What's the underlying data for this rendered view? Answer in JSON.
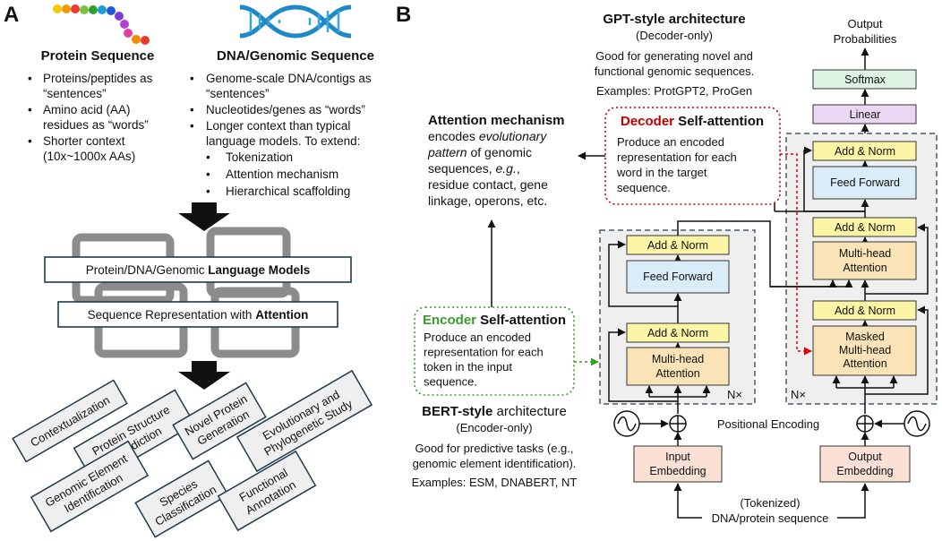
{
  "panel_a": {
    "letter": "A",
    "protein": {
      "title": "Protein Sequence",
      "bullets": [
        [
          "Proteins/peptides as",
          "“sentences”"
        ],
        [
          "Amino acid (AA)",
          "residues as “words”"
        ],
        [
          "Shorter context",
          "(10x~1000x AAs)"
        ]
      ]
    },
    "dna": {
      "title": "DNA/Genomic Sequence",
      "bullets": [
        [
          "Genome-scale DNA/contigs as",
          "“sentences”"
        ],
        [
          "Nucleotides/genes as “words”"
        ],
        [
          "Longer context than typical",
          "language models. To extend:"
        ]
      ],
      "sub_bullets": [
        "Tokenization",
        "Attention mechanism",
        "Hierarchical scaffolding"
      ]
    },
    "lm_box": {
      "prefix": "Protein/DNA/Genomic ",
      "bold": "Language Models"
    },
    "attn_box": {
      "prefix": "Sequence Representation with ",
      "bold": "Attention"
    },
    "tasks": [
      [
        "Contextualization"
      ],
      [
        "Protein Structure",
        "Prediction"
      ],
      [
        "Novel Protein",
        "Generation"
      ],
      [
        "Evolutionary and",
        "Phylogenetic Study"
      ],
      [
        "Genomic Element",
        "Identification"
      ],
      [
        "Species",
        "Classification"
      ],
      [
        "Functional",
        "Annotation"
      ]
    ]
  },
  "panel_b": {
    "letter": "B",
    "gpt": {
      "title": "GPT-style architecture",
      "subtitle": "(Decoder-only)",
      "desc": [
        "Good for generating novel and",
        "functional genomic sequences."
      ],
      "examples": "Examples: ProtGPT2, ProGen"
    },
    "attention_mechanism": {
      "title": "Attention mechanism",
      "lines": [
        [
          {
            "t": "encodes "
          },
          {
            "t": "evolutionary",
            "i": true
          }
        ],
        [
          {
            "t": "pattern",
            "i": true
          },
          {
            "t": " of genomic"
          }
        ],
        [
          {
            "t": "sequences, "
          },
          {
            "t": "e.g.",
            "i": true
          },
          {
            "t": ","
          }
        ],
        [
          {
            "t": "residue contact, gene"
          }
        ],
        [
          {
            "t": "linkage, operons, etc."
          }
        ]
      ]
    },
    "decoder_callout": {
      "label": "Decoder",
      "label_rest": " Self-attention",
      "text": [
        "Produce an encoded",
        "representation for each",
        "word in the target",
        "sequence."
      ]
    },
    "encoder_callout": {
      "label": "Encoder",
      "label_rest": " Self-attention",
      "text": [
        "Produce an encoded",
        "representation for each",
        "token in the input",
        "sequence."
      ]
    },
    "bert": {
      "title_bold": "BERT-style",
      "title_rest": " architecture",
      "subtitle": "(Encoder-only)",
      "desc": [
        "Good for predictive tasks (e.g.,",
        "genomic element identification)."
      ],
      "examples": "Examples: ESM, DNABERT, NT"
    },
    "encoder": {
      "add_norm": "Add & Norm",
      "feed_forward": "Feed Forward",
      "multi_head": [
        "Multi-head",
        "Attention"
      ],
      "nx": "N×"
    },
    "decoder": {
      "add_norm": "Add & Norm",
      "feed_forward": "Feed Forward",
      "multi_head": [
        "Multi-head",
        "Attention"
      ],
      "masked": [
        "Masked",
        "Multi-head",
        "Attention"
      ],
      "nx": "N×"
    },
    "output_probabilities": [
      "Output",
      "Probabilities"
    ],
    "softmax": "Softmax",
    "linear": "Linear",
    "positional_encoding": "Positional Encoding",
    "input_embedding": [
      "Input",
      "Embedding"
    ],
    "output_embedding": [
      "Output",
      "Embedding"
    ],
    "tokenized": [
      "(Tokenized)",
      "DNA/protein sequence"
    ]
  },
  "colors": {
    "yellow": "#fdf5a6",
    "blue": "#d9ecf7",
    "orange": "#fbe3b8",
    "pink": "#fbe0d6",
    "green_box": "#dff3e4",
    "lilac": "#ead7f4",
    "grey_panel": "#efefef",
    "decoder_red": "#c00000",
    "encoder_green": "#3a9b2c",
    "dashed_border": "#4a5a6a"
  }
}
